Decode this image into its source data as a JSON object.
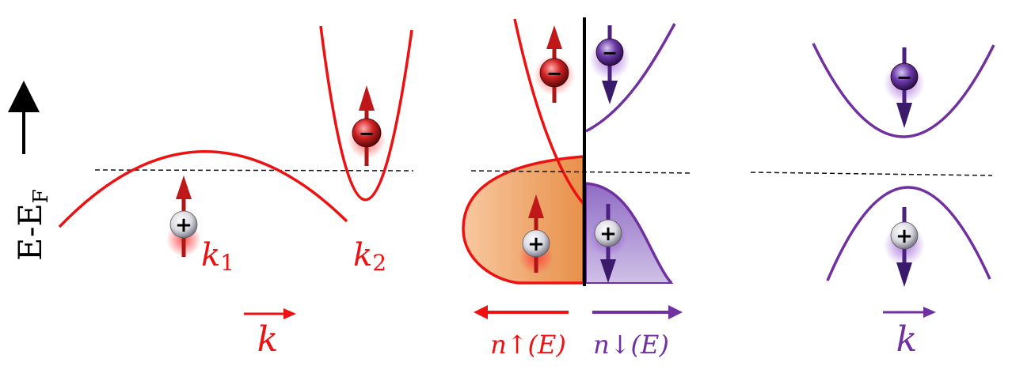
{
  "axis": {
    "energy_label_main": "E-E",
    "energy_label_sub": "F"
  },
  "panel_left": {
    "k1_main": "k",
    "k1_sub": "1",
    "k2_main": "k",
    "k2_sub": "2",
    "k_axis_label": "k",
    "hole_sign": "+",
    "electron_sign": "−"
  },
  "panel_middle": {
    "dos_up_label": "n↑(E)",
    "dos_down_label": "n↓(E)",
    "sign_plus": "+",
    "sign_minus": "−"
  },
  "panel_right": {
    "k_axis_label": "k",
    "sign_plus": "+",
    "sign_minus": "−"
  },
  "colors": {
    "spin_up": "#ee1111",
    "spin_down": "#7030a0",
    "filled_up": "#f0a070",
    "filled_down": "#b59ad6",
    "fermi_line": "#111111",
    "axis": "#000000"
  }
}
